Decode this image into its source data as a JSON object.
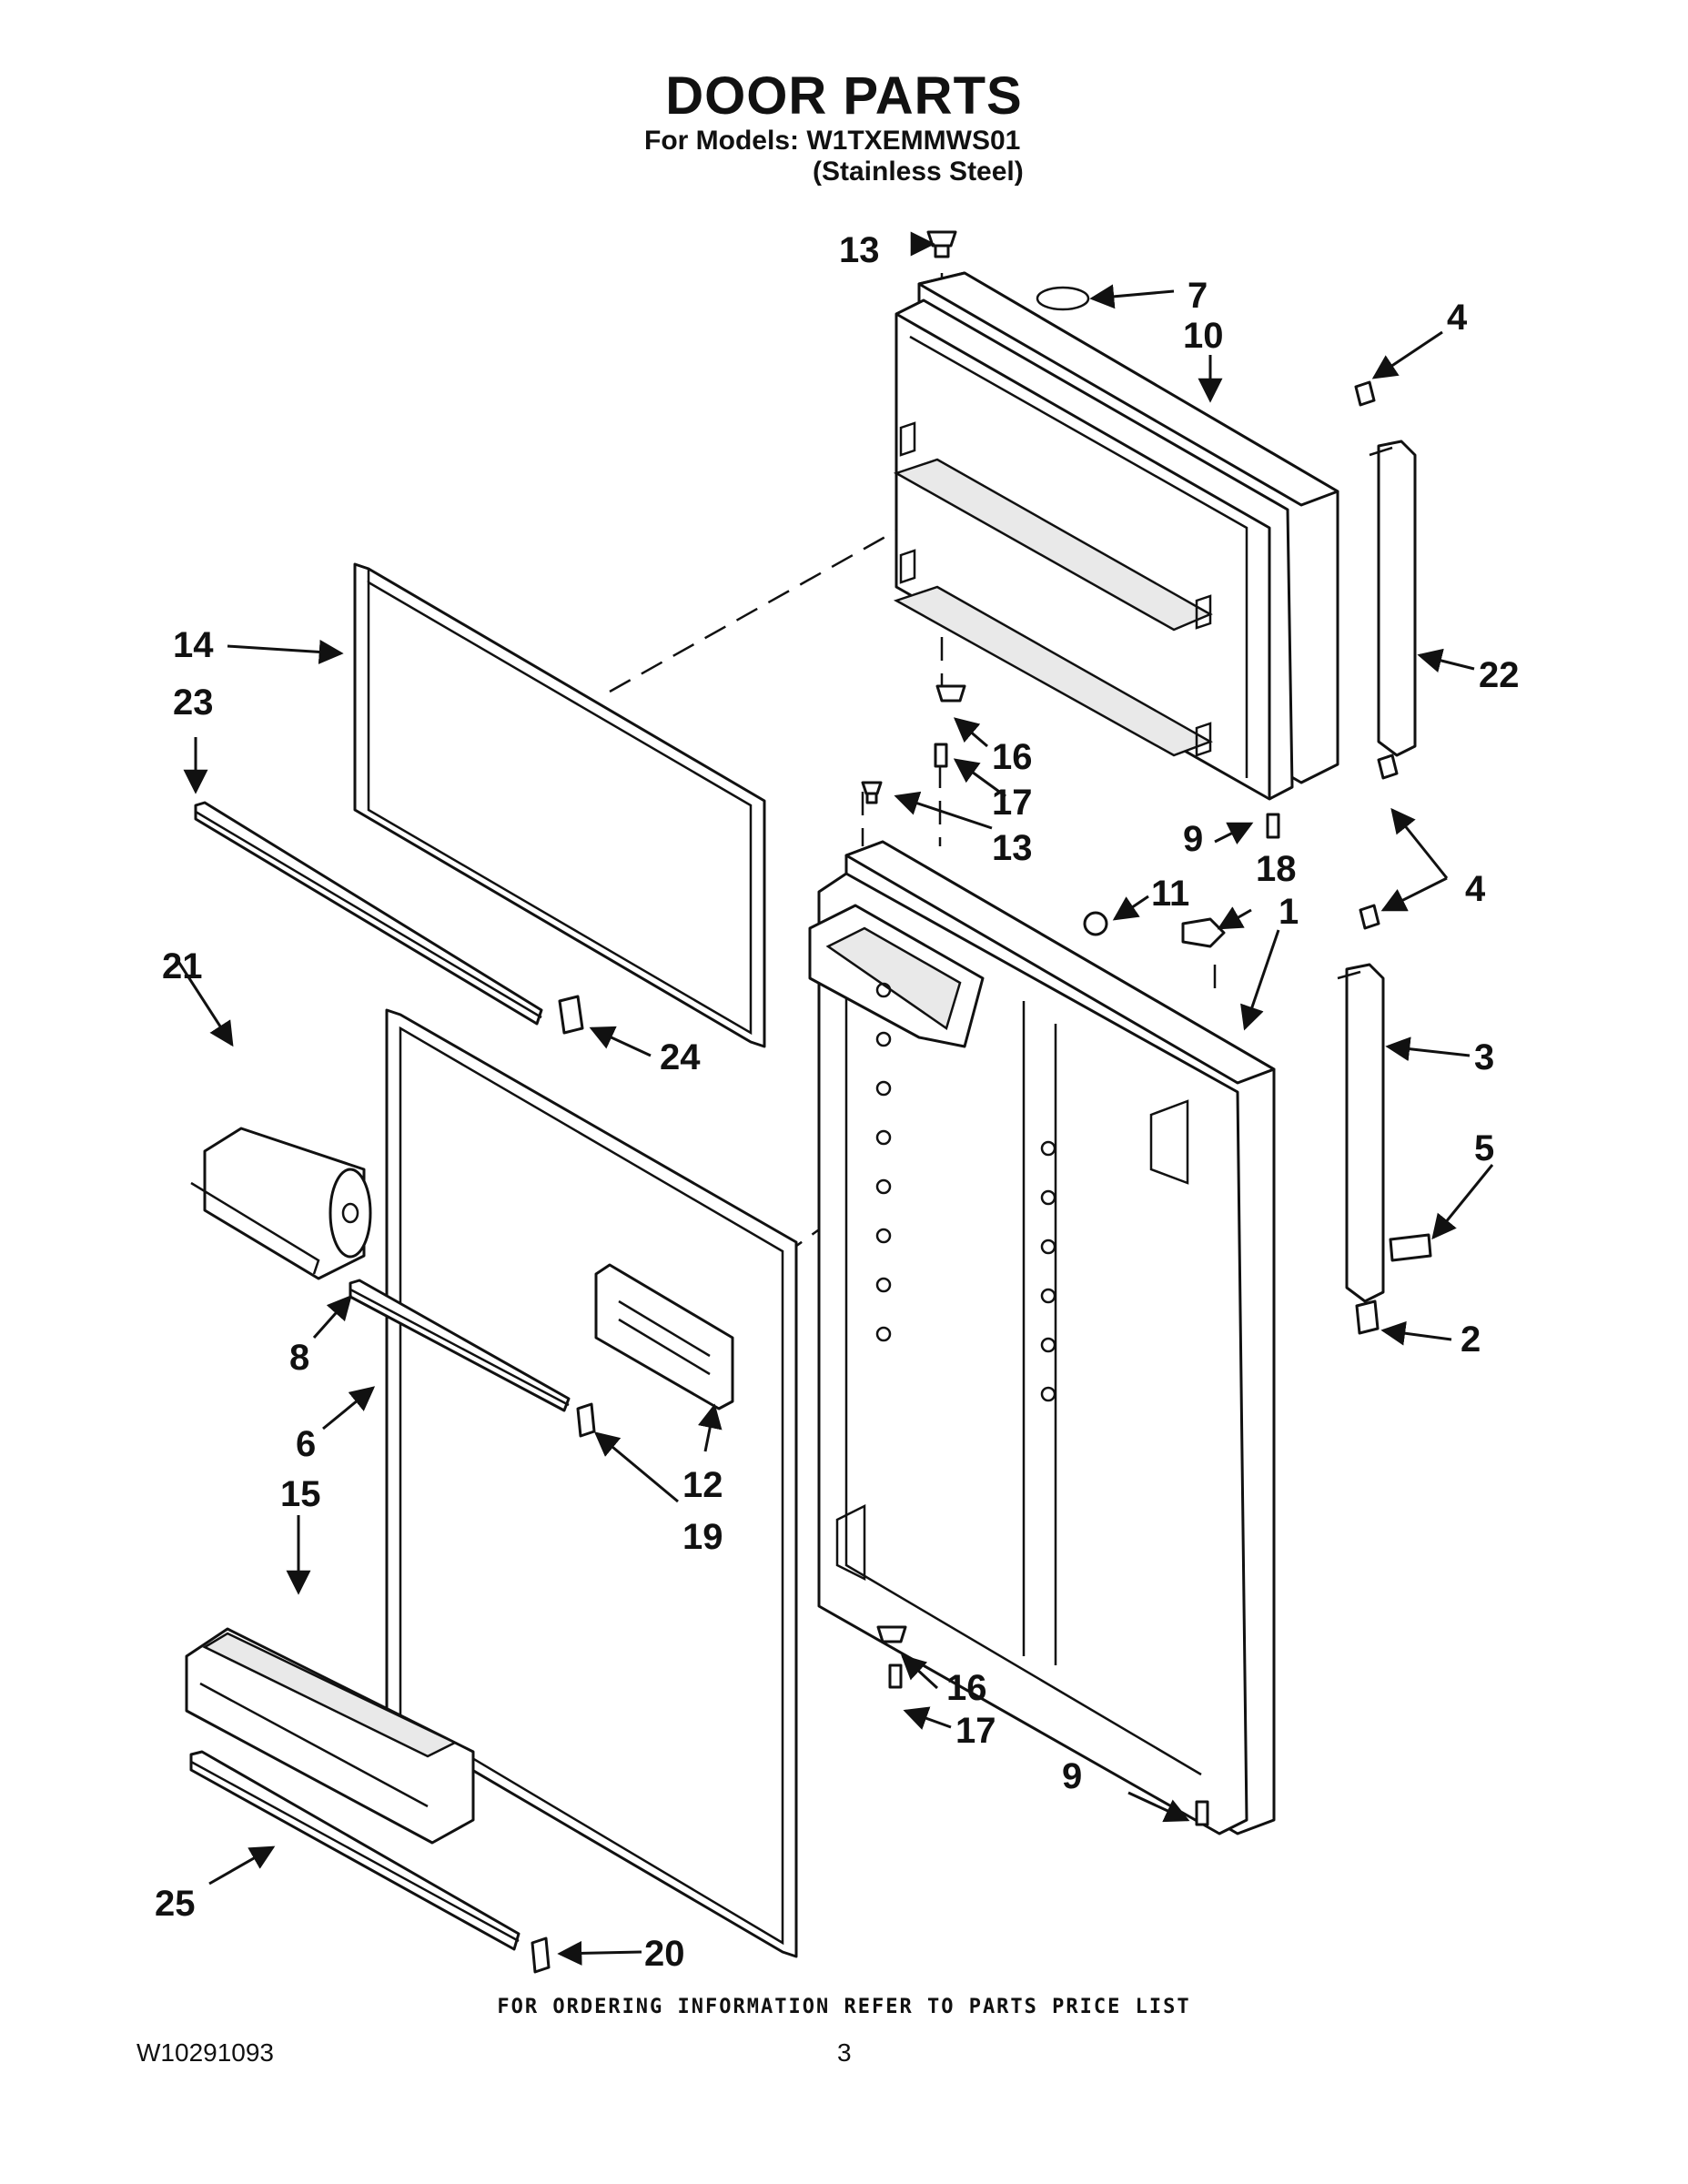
{
  "title": "DOOR PARTS",
  "models_line": "For Models: W1TXEMMWS01",
  "finish_line": "(Stainless Steel)",
  "callouts": [
    "13",
    "7",
    "10",
    "4",
    "22",
    "14",
    "23",
    "16",
    "17",
    "9",
    "13",
    "11",
    "18",
    "1",
    "4",
    "3",
    "21",
    "24",
    "5",
    "2",
    "8",
    "6",
    "12",
    "19",
    "15",
    "16",
    "17",
    "9",
    "25",
    "20"
  ],
  "footer_note": "FOR ORDERING INFORMATION REFER TO PARTS PRICE LIST",
  "doc_number": "W10291093",
  "page_number": "3"
}
